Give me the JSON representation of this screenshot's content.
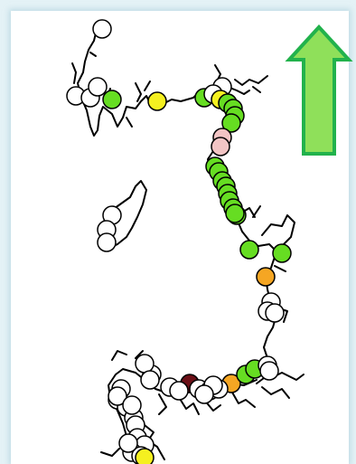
{
  "map": {
    "colors": {
      "white": "#ffffff",
      "green": "#66dd22",
      "yellow": "#f5f020",
      "orange": "#f5a623",
      "pink": "#f2c4c4",
      "dark_red": "#6b0f16",
      "arrow_fill": "#8fe05a",
      "arrow_stroke": "#22b24c",
      "coast": "#000000"
    },
    "north_arrow": {
      "icon": "north-arrow-icon",
      "direction": "up"
    },
    "markers": [
      {
        "c": "white"
      },
      {
        "c": "white"
      },
      {
        "c": "white"
      },
      {
        "c": "white"
      },
      {
        "c": "green"
      },
      {
        "c": "yellow"
      },
      {
        "c": "green"
      },
      {
        "c": "white"
      },
      {
        "c": "white"
      },
      {
        "c": "yellow"
      },
      {
        "c": "green"
      },
      {
        "c": "green"
      },
      {
        "c": "green"
      },
      {
        "c": "green"
      },
      {
        "c": "pink"
      },
      {
        "c": "pink"
      },
      {
        "c": "green"
      },
      {
        "c": "green"
      },
      {
        "c": "green"
      },
      {
        "c": "green"
      },
      {
        "c": "green"
      },
      {
        "c": "green"
      },
      {
        "c": "green"
      },
      {
        "c": "green"
      },
      {
        "c": "green"
      },
      {
        "c": "white"
      },
      {
        "c": "white"
      },
      {
        "c": "white"
      },
      {
        "c": "green"
      },
      {
        "c": "green"
      },
      {
        "c": "orange"
      },
      {
        "c": "white"
      },
      {
        "c": "white"
      },
      {
        "c": "white"
      },
      {
        "c": "white"
      },
      {
        "c": "white"
      },
      {
        "c": "white"
      },
      {
        "c": "white"
      },
      {
        "c": "white"
      },
      {
        "c": "white"
      },
      {
        "c": "white"
      },
      {
        "c": "dark_red"
      },
      {
        "c": "white"
      },
      {
        "c": "white"
      },
      {
        "c": "white"
      },
      {
        "c": "white"
      },
      {
        "c": "orange"
      },
      {
        "c": "green"
      },
      {
        "c": "green"
      },
      {
        "c": "white"
      },
      {
        "c": "white"
      },
      {
        "c": "white"
      },
      {
        "c": "white"
      },
      {
        "c": "white"
      },
      {
        "c": "white"
      },
      {
        "c": "white"
      },
      {
        "c": "white"
      },
      {
        "c": "white"
      },
      {
        "c": "white"
      },
      {
        "c": "white"
      },
      {
        "c": "white"
      },
      {
        "c": "white"
      },
      {
        "c": "yellow"
      }
    ]
  }
}
